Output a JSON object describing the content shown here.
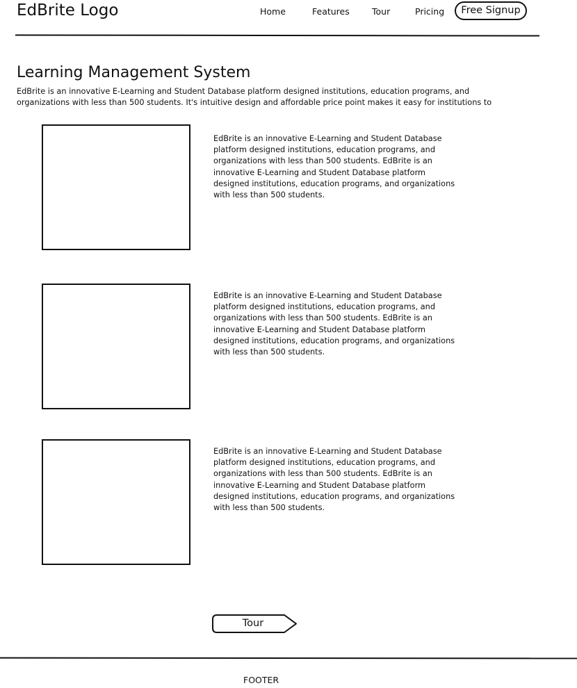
{
  "header": {
    "logo": "EdBrite Logo",
    "nav": [
      "Home",
      "Features",
      "Tour",
      "Pricing"
    ],
    "signup_label": "Free Signup"
  },
  "main": {
    "title": "Learning Management System",
    "intro": "EdBrite is an innovative E-Learning and Student Database platform designed institutions, education programs, and\norganizations with less than 500 students.  It's intuitive design and affordable price point makes it easy for institutions to",
    "features": [
      {
        "text": "EdBrite is an innovative E-Learning and Student Database\nplatform designed institutions, education programs, and\norganizations with less than 500 students. EdBrite is an\ninnovative E-Learning and Student Database platform\ndesigned institutions, education programs, and organizations\nwith less than 500 students."
      },
      {
        "text": "EdBrite is an innovative E-Learning and Student Database\nplatform designed institutions, education programs, and\norganizations with less than 500 students. EdBrite is an\ninnovative E-Learning and Student Database platform\ndesigned institutions, education programs, and organizations\nwith less than 500 students."
      },
      {
        "text": "EdBrite is an innovative E-Learning and Student Database\nplatform designed institutions, education programs, and\norganizations with less than 500 students. EdBrite is an\ninnovative E-Learning and Student Database platform\ndesigned institutions, education programs, and organizations\nwith less than 500 students."
      }
    ],
    "tour_button_label": "Tour"
  },
  "footer": {
    "label": "FOOTER"
  }
}
